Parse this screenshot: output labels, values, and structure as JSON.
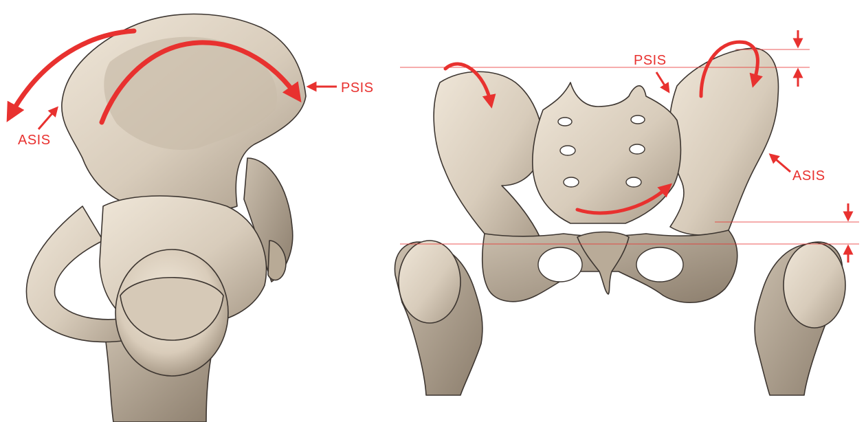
{
  "labels": {
    "left_psis": "PSIS",
    "left_asis": "ASIS",
    "right_psis": "PSIS",
    "right_asis": "ASIS"
  },
  "colors": {
    "annotation_red": "#e8312f",
    "bone_light": "#e6dccd",
    "bone_mid": "#cfc2b0",
    "bone_dark": "#8f8170",
    "outline": "#3c3530",
    "background": "#ffffff"
  },
  "views": [
    "lateral-view",
    "anterior-view"
  ]
}
